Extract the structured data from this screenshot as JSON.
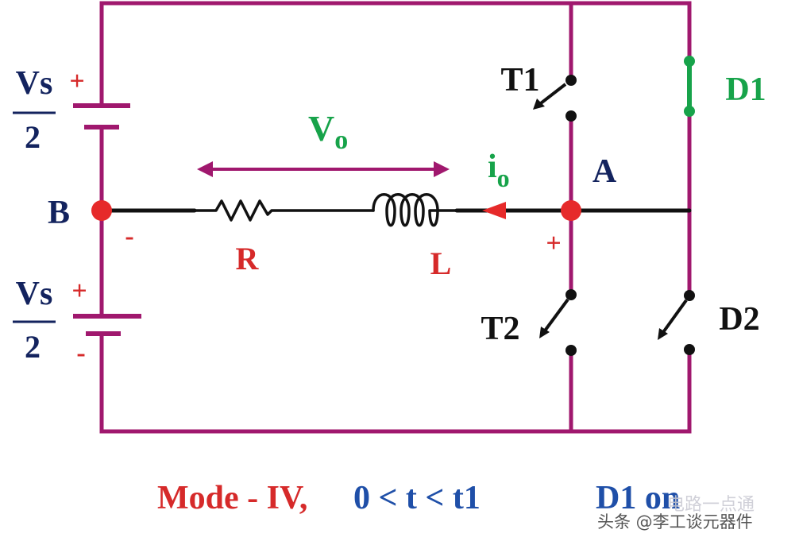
{
  "colors": {
    "wire": "#a0186e",
    "node": "#e62a2a",
    "load_wire": "#111111",
    "navy": "#13235e",
    "red": "#d62a2a",
    "green": "#17a34a",
    "black": "#111111"
  },
  "sources": {
    "upper": {
      "numerator": "Vs",
      "denominator": "2",
      "plus": "+"
    },
    "lower": {
      "numerator": "Vs",
      "denominator": "2",
      "plus": "+",
      "minus": "-"
    }
  },
  "nodes": {
    "b": "B",
    "a": "A"
  },
  "load": {
    "vo": {
      "main": "V",
      "sub": "o"
    },
    "resistor": "R",
    "inductor": "L",
    "b_polarity": "-",
    "a_polarity": "+"
  },
  "current": {
    "main": "i",
    "sub": "o"
  },
  "switches": {
    "t1": "T1",
    "t2": "T2",
    "d1": "D1",
    "d2": "D2"
  },
  "caption": {
    "mode": "Mode - IV,",
    "interval": "0 < t < t1",
    "state": "D1 on"
  },
  "watermark": "头条 @李工谈元器件",
  "watermark_overlay": "电路一点通"
}
